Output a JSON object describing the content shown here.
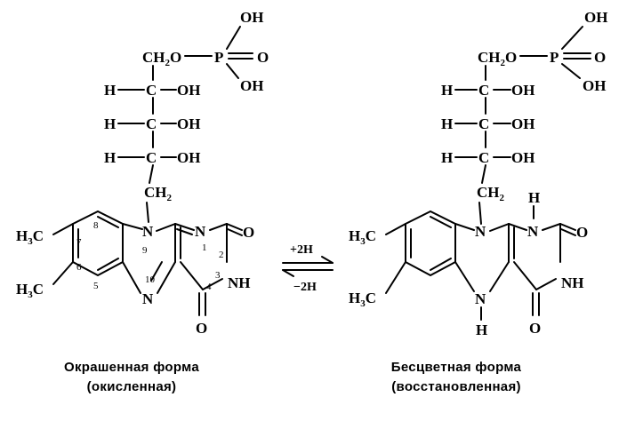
{
  "atoms": {
    "OH": "OH",
    "O": "O",
    "P": "P",
    "H": "H",
    "C": "C",
    "CH2O_main": "CH",
    "CH2O_sub": "2",
    "CH2O_tail": "O",
    "CH2_main": "CH",
    "CH2_sub": "2",
    "H3C_H": "H",
    "H3C_sub": "3",
    "H3C_C": "C",
    "N": "N",
    "NH": "NH"
  },
  "ring_numbers": {
    "n1": "1",
    "n2": "2",
    "n3": "3",
    "n4": "4",
    "n5": "5",
    "n6": "6",
    "n7": "7",
    "n8": "8",
    "n9": "9",
    "n10": "10"
  },
  "reaction": {
    "forward": "+2H",
    "reverse": "−2H"
  },
  "captions": {
    "left_line1": "Окрашенная форма",
    "left_line2": "(окисленная)",
    "right_line1": "Бесцветная форма",
    "right_line2": "(восстановленная)"
  }
}
